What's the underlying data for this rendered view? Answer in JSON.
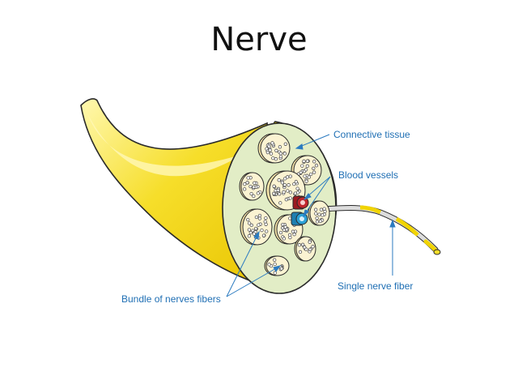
{
  "slide": {
    "title": "Nerve"
  },
  "labels": {
    "connective_tissue": "Connective tissue",
    "blood_vessels": "Blood vessels",
    "bundle_of_nerve_fibers": "Bundle of nerves fibers",
    "single_nerve_fiber": "Single nerve fiber"
  },
  "colors": {
    "label_text": "#1f6fb4",
    "leader_line": "#2b7bc0",
    "nerve_sheath": "#f1d400",
    "nerve_highlight": "#fff6a8",
    "cross_section": "#e2edc6",
    "bundle_fill": "#fbf3d2",
    "artery": "#c0262c",
    "vein": "#2aa1d6"
  }
}
